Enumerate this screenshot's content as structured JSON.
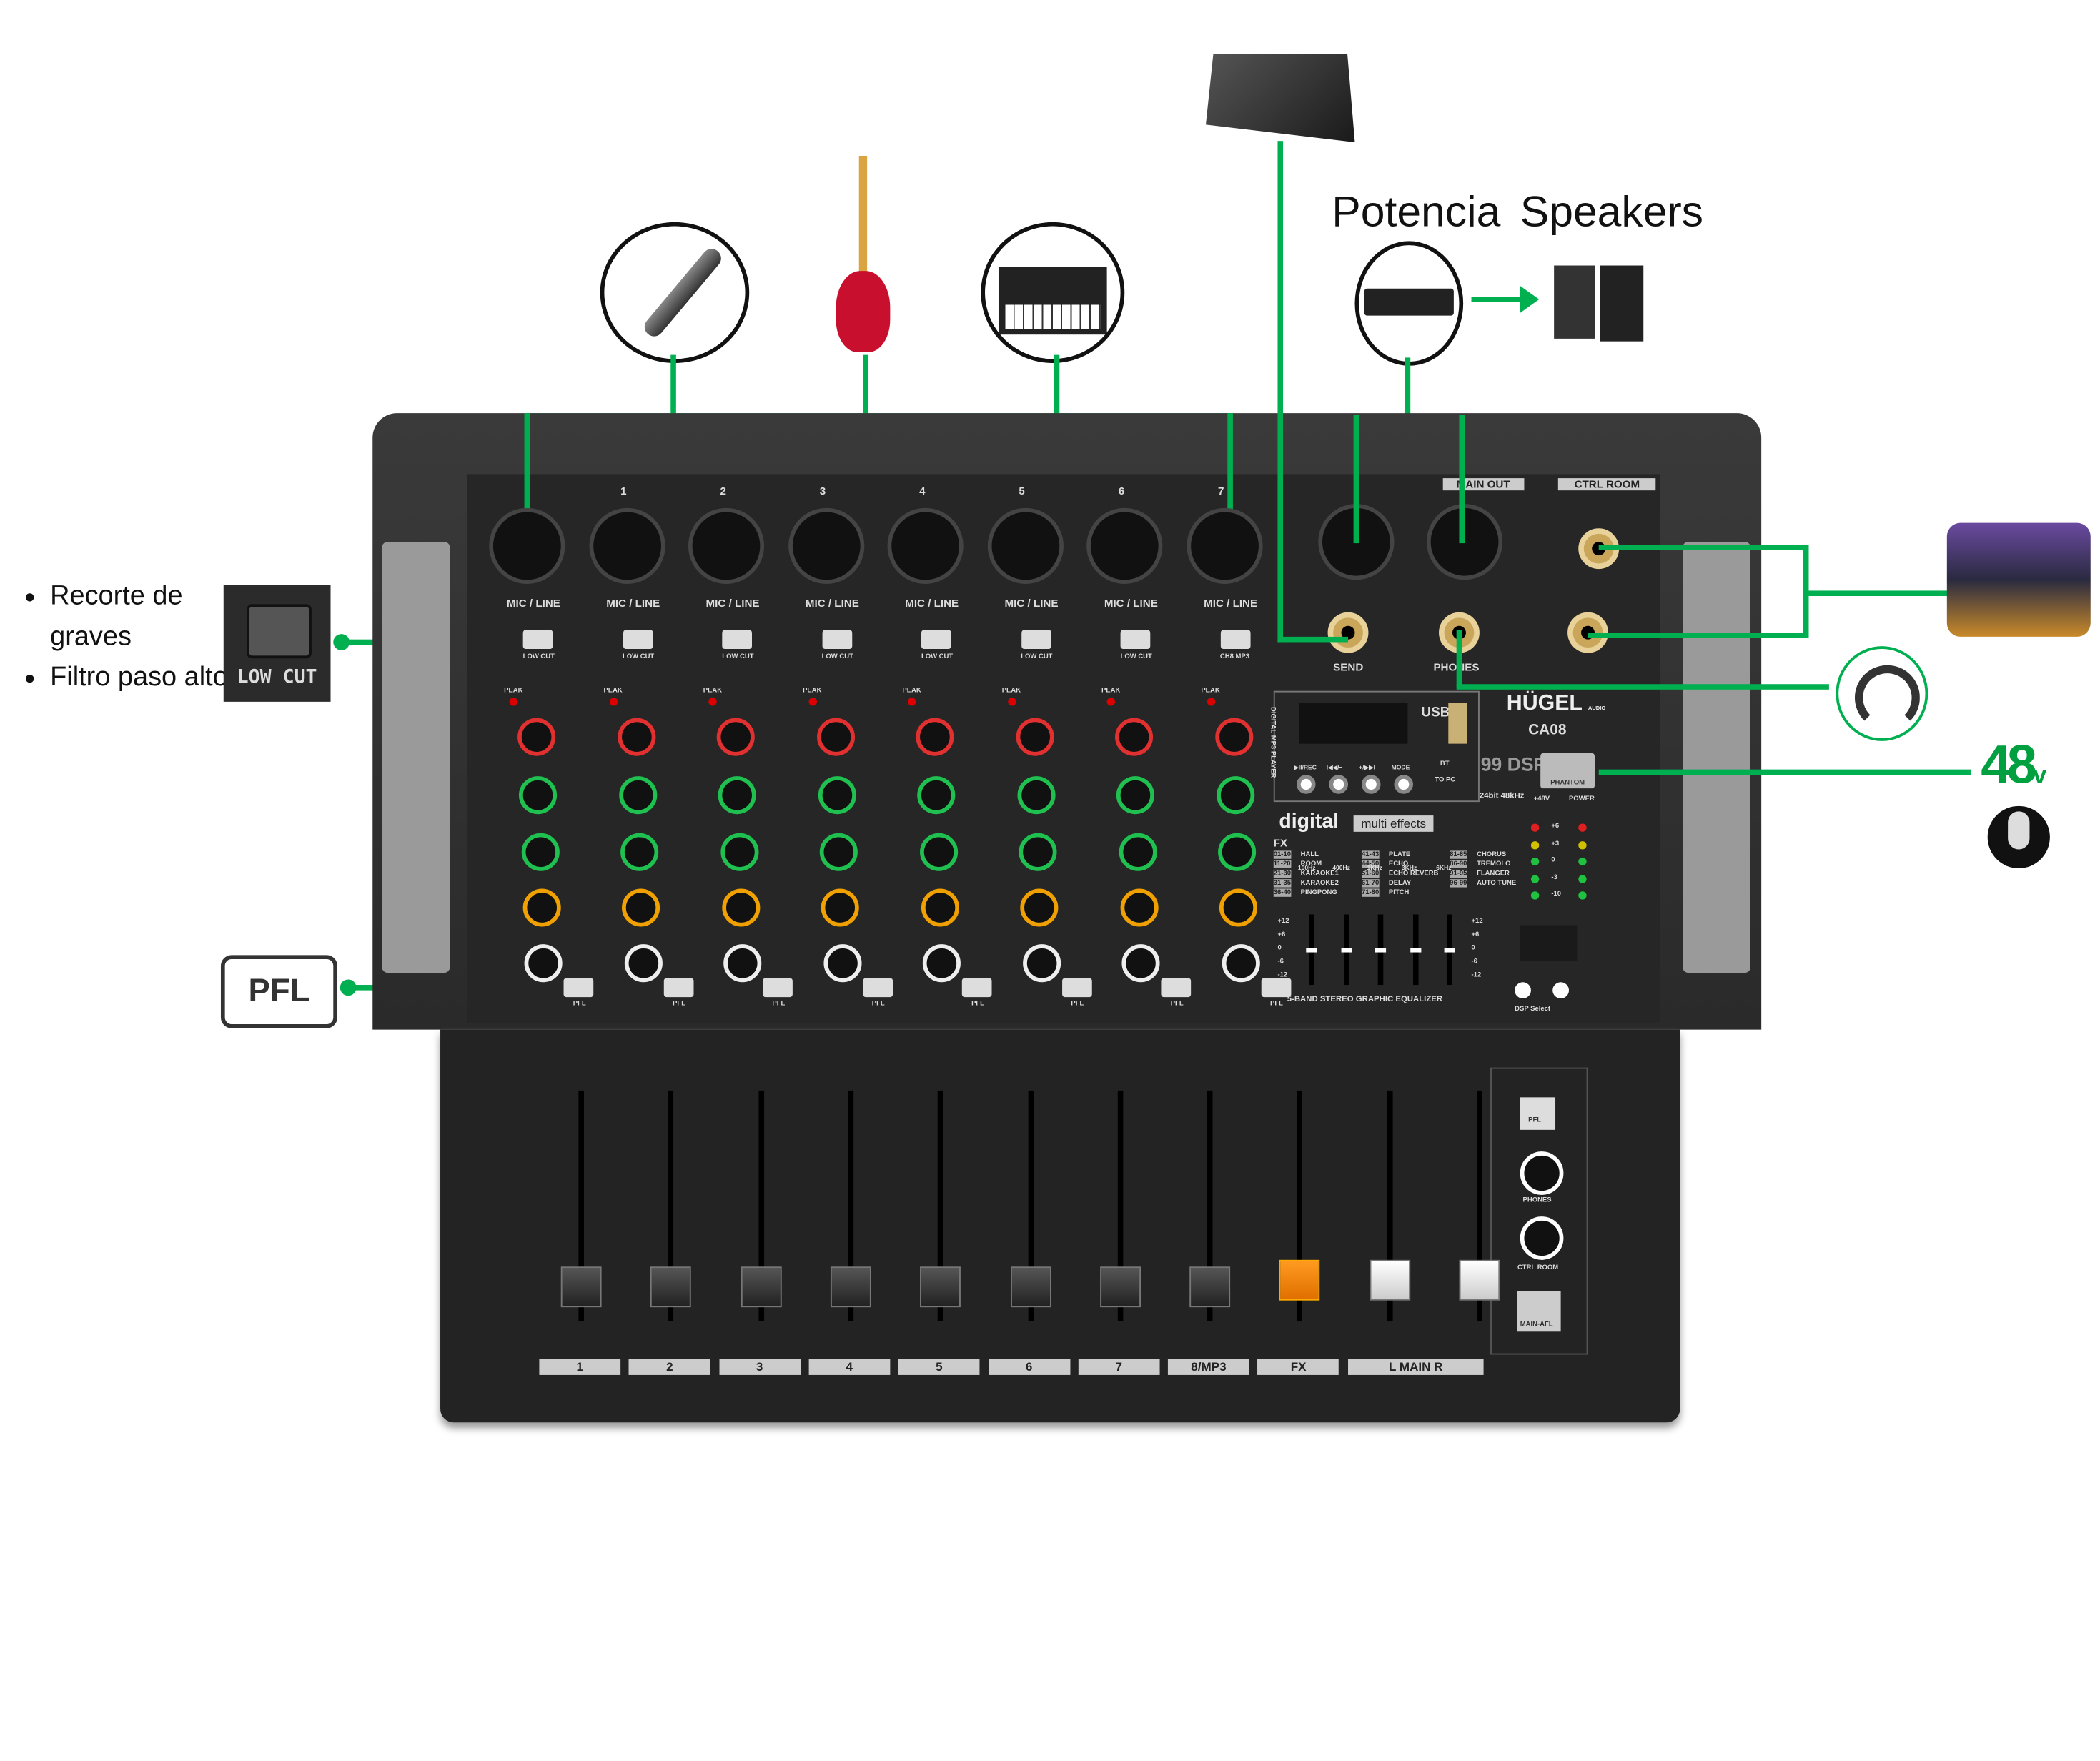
{
  "annotations": {
    "low_cut_bullets": [
      "Recorte de graves",
      "Filtro paso alto"
    ],
    "low_cut_badge": "LOW CUT",
    "pfl_badge": "PFL",
    "potencia": "Potencia",
    "speakers": "Speakers",
    "phantom_value": "48",
    "phantom_unit": "v"
  },
  "mixer": {
    "brand": "HÜGEL",
    "brand_sub": "AUDIO",
    "model": "CA08",
    "channels": [
      {
        "num": "1",
        "input": "MIC / LINE",
        "switch": "LOW CUT",
        "pfl": "PFL",
        "fader": "1"
      },
      {
        "num": "2",
        "input": "MIC / LINE",
        "switch": "LOW CUT",
        "pfl": "PFL",
        "fader": "2"
      },
      {
        "num": "3",
        "input": "MIC / LINE",
        "switch": "LOW CUT",
        "pfl": "PFL",
        "fader": "3"
      },
      {
        "num": "4",
        "input": "MIC / LINE",
        "switch": "LOW CUT",
        "pfl": "PFL",
        "fader": "4"
      },
      {
        "num": "5",
        "input": "MIC / LINE",
        "switch": "LOW CUT",
        "pfl": "PFL",
        "fader": "5"
      },
      {
        "num": "6",
        "input": "MIC / LINE",
        "switch": "LOW CUT",
        "pfl": "PFL",
        "fader": "6"
      },
      {
        "num": "7",
        "input": "MIC / LINE",
        "switch": "LOW CUT",
        "pfl": "PFL",
        "fader": "7"
      },
      {
        "num": "",
        "input": "MIC / LINE",
        "switch": "CH8 MP3",
        "pfl": "PFL",
        "fader": "8/MP3"
      }
    ],
    "peak": "PEAK",
    "main_out": "MAIN OUT",
    "ctrl_room": "CTRL ROOM",
    "send": "SEND",
    "phones": "PHONES",
    "usb": "USB",
    "mp3_player": "DIGITAL MP3 PLAYER",
    "mp3_buttons": [
      "▶II/REC",
      "I◀◀/−",
      "+/▶▶I",
      "MODE"
    ],
    "bt": "BT",
    "to_pc": "TO PC",
    "dsp": "99 DSP",
    "dsp_spec": "24bit 48kHz",
    "phantom_button": "PHANTOM",
    "plus48v": "+48V",
    "power": "POWER",
    "digital": "digital",
    "multi_effects": "multi effects",
    "fx_label": "FX",
    "effects": [
      [
        "01-10",
        "HALL"
      ],
      [
        "11-20",
        "ROOM"
      ],
      [
        "21-30",
        "KARAOKE1"
      ],
      [
        "31-35",
        "KARAOKE2"
      ],
      [
        "36-40",
        "PINGPONG"
      ],
      [
        "41-43",
        "PLATE"
      ],
      [
        "44-50",
        "ECHO"
      ],
      [
        "51-60",
        "ECHO REVERB"
      ],
      [
        "61-70",
        "DELAY"
      ],
      [
        "71-80",
        "PITCH"
      ],
      [
        "81-85",
        "CHORUS"
      ],
      [
        "86-90",
        "TREMOLO"
      ],
      [
        "91-95",
        "FLANGER"
      ],
      [
        "96-99",
        "AUTO TUNE"
      ]
    ],
    "meter": [
      "+6",
      "+3",
      "0",
      "-3",
      "-10"
    ],
    "eq_bands": [
      "100Hz",
      "400Hz",
      "1KHz",
      "3KHz",
      "6KHz"
    ],
    "eq_scale": [
      "+12",
      "+6",
      "0",
      "-6",
      "-12"
    ],
    "eq_title": "5-BAND STEREO GRAPHIC EQUALIZER",
    "dsp_select": "DSP Select",
    "master_labels": {
      "fx": "FX",
      "main": "L  MAIN  R",
      "pfl": "PFL",
      "phones": "PHONES",
      "ctrl_room": "CTRL ROOM",
      "main_afl": "MAIN-AFL"
    }
  }
}
